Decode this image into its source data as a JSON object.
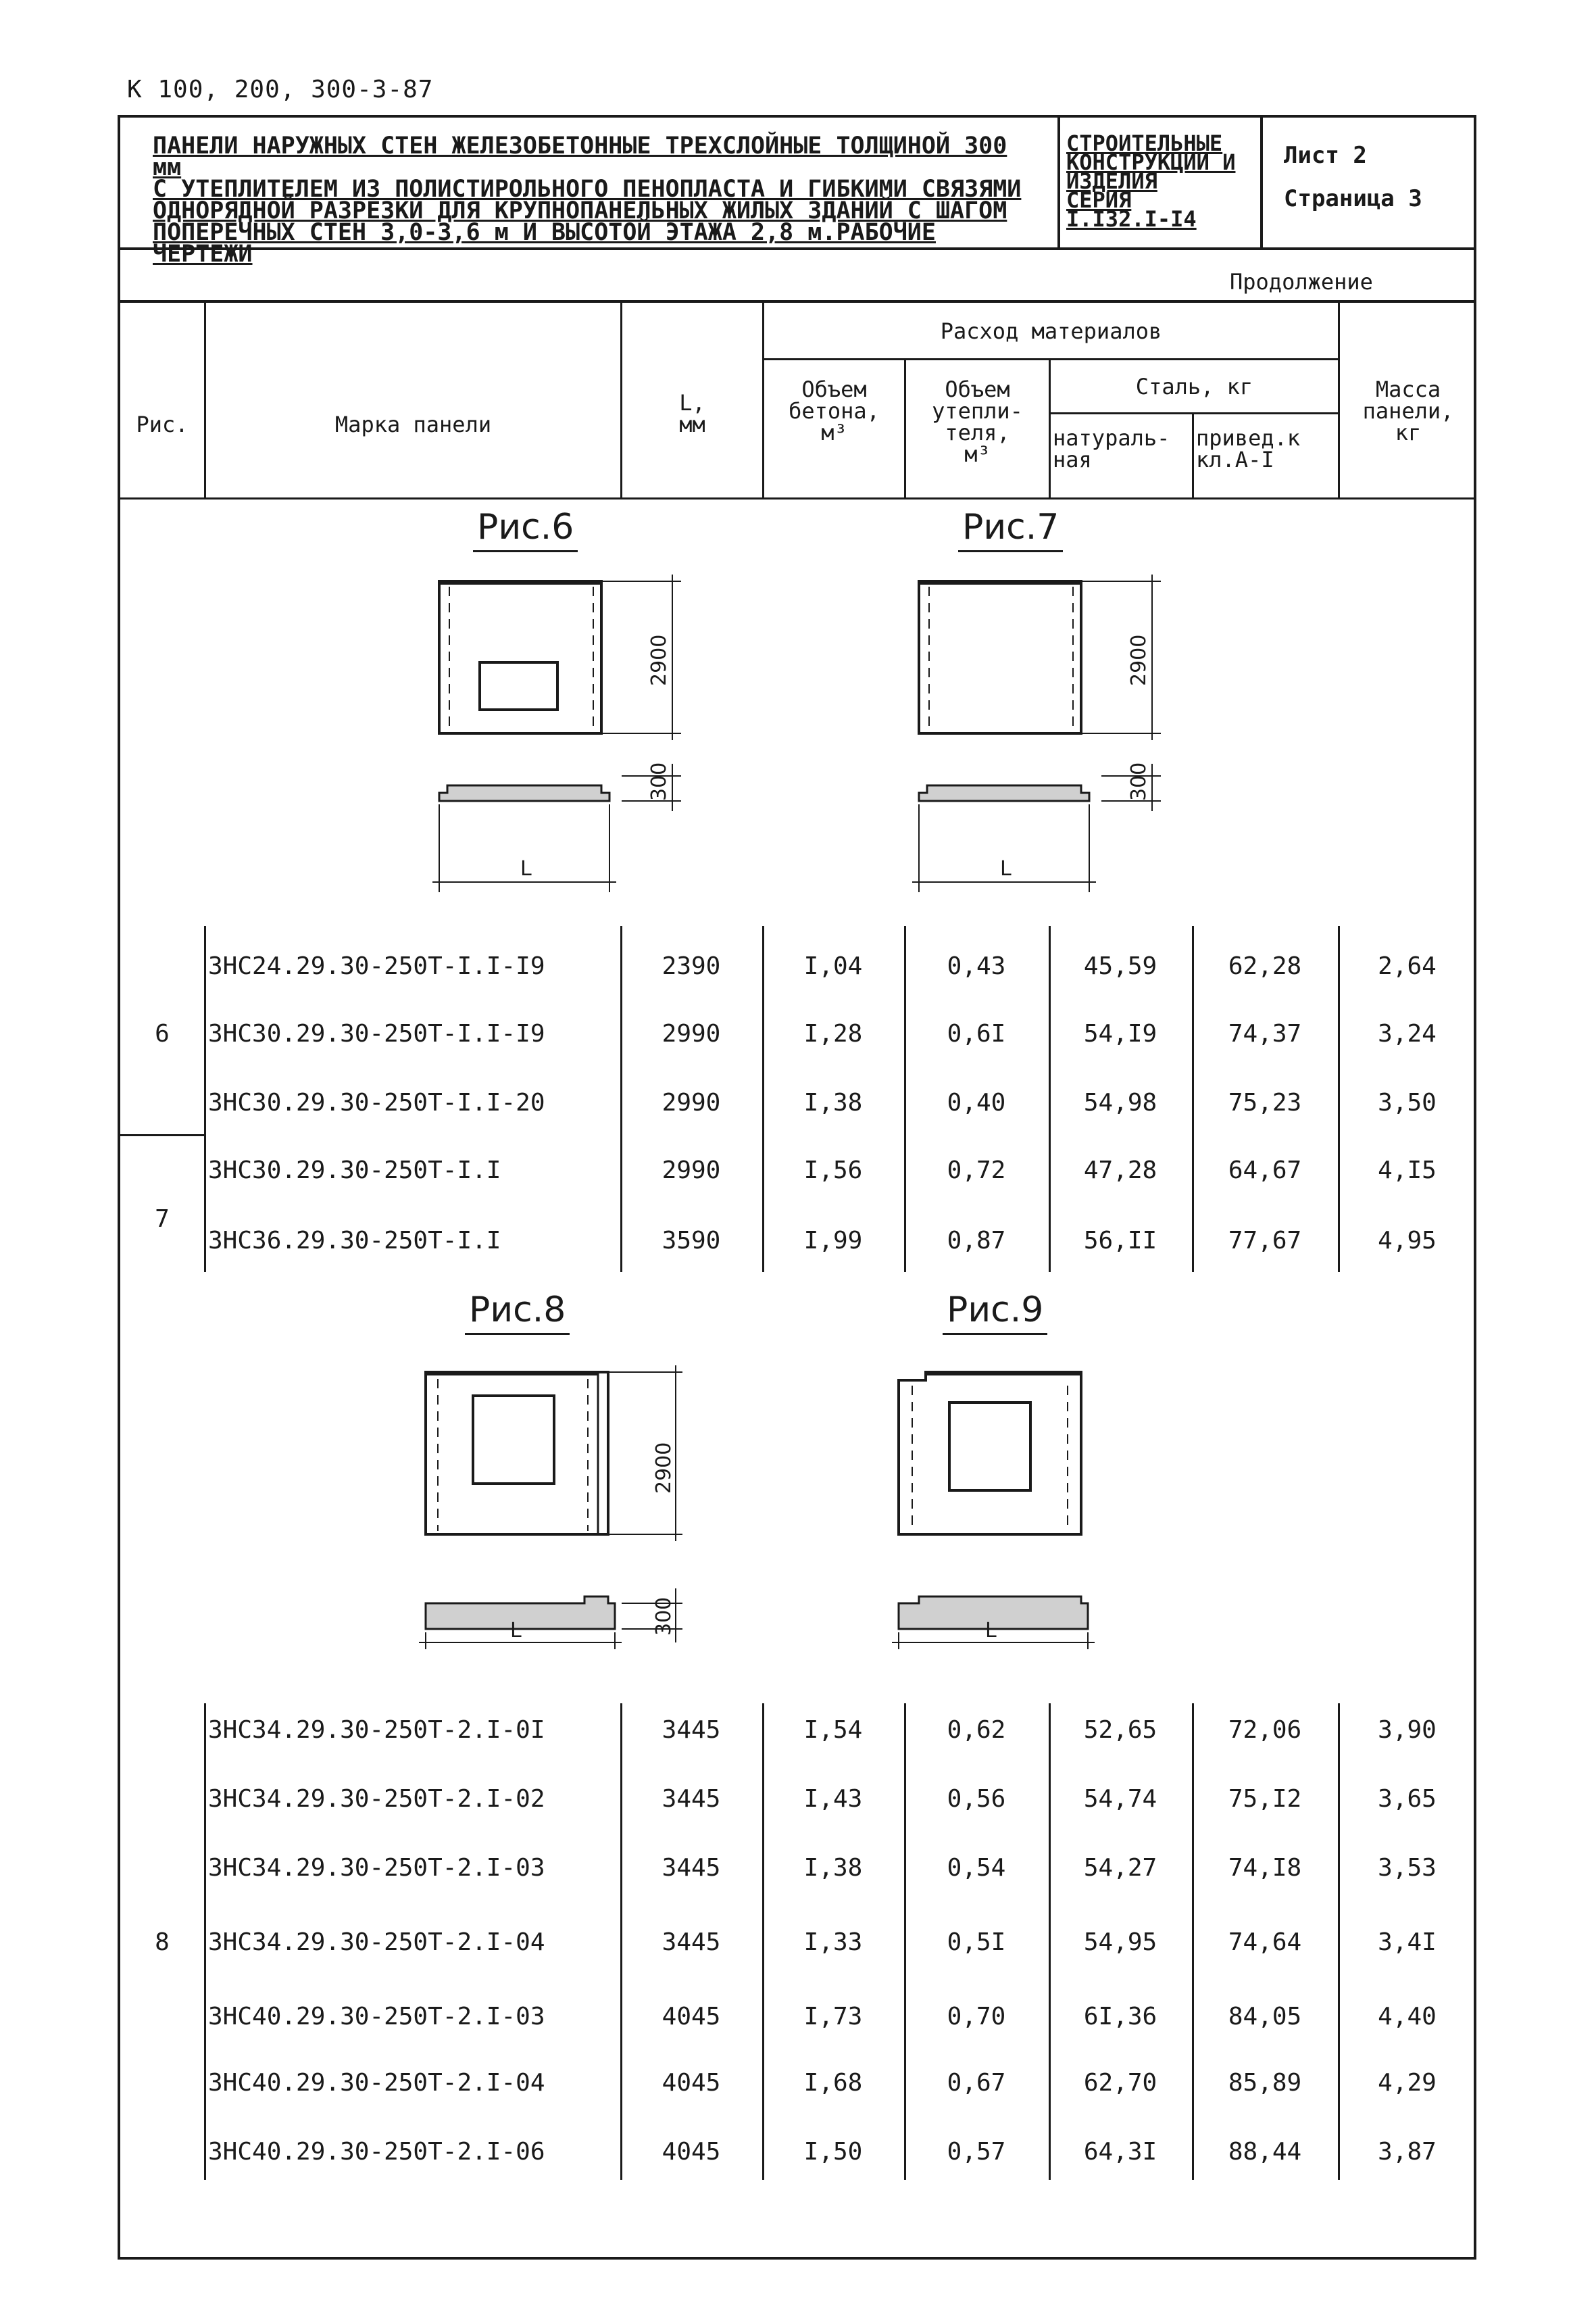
{
  "doc_code": "К 100, 200, 300-3-87",
  "title_lines": [
    "ПАНЕЛИ НАРУЖНЫХ СТЕН ЖЕЛЕЗОБЕТОННЫЕ ТРЕХСЛОЙНЫЕ ТОЛЩИНОЙ 300 мм",
    "С УТЕПЛИТЕЛЕМ ИЗ ПОЛИСТИРОЛЬНОГО ПЕНОПЛАСТА И ГИБКИМИ СВЯЗЯМИ",
    "ОДНОРЯДНОЙ РАЗРЕЗКИ ДЛЯ КРУПНОПАНЕЛЬНЫХ ЖИЛЫХ ЗДАНИЙ С ШАГОМ",
    "ПОПЕРЕЧНЫХ СТЕН 3,0-3,6 м И ВЫСОТОЙ ЭТАЖА 2,8 м.РАБОЧИЕ ЧЕРТЕЖИ"
  ],
  "series_lines": [
    "СТРОИТЕЛЬНЫЕ",
    "КОНСТРУКЦИИ И",
    "ИЗДЕЛИЯ",
    "СЕРИЯ",
    "I.I32.I-I4"
  ],
  "sheet": "Лист 2",
  "page": "Страница 3",
  "continuation": "Продолжение",
  "headers": {
    "fig": "Рис.",
    "mark": "Марка панели",
    "length": [
      "L,",
      "мм"
    ],
    "materials": "Расход материалов",
    "concrete": [
      "Объем",
      "бетона,",
      "м³"
    ],
    "insulation": [
      "Объем",
      "утепли-",
      "теля,",
      "м³"
    ],
    "steel": "Сталь, кг",
    "steel_nat": [
      "натураль-",
      "ная"
    ],
    "steel_red": [
      "привед.к",
      "кл.А-I"
    ],
    "mass": [
      "Масса",
      "панели,",
      "кг"
    ]
  },
  "figures": [
    {
      "label": "Рис.6",
      "height_dim": "2900",
      "depth_dim": "300",
      "length_dim": "L"
    },
    {
      "label": "Рис.7",
      "height_dim": "2900",
      "depth_dim": "300",
      "length_dim": "L"
    },
    {
      "label": "Рис.8",
      "height_dim": "2900",
      "depth_dim": "300",
      "length_dim": "L"
    },
    {
      "label": "Рис.9",
      "height_dim": "",
      "depth_dim": "",
      "length_dim": "L"
    }
  ],
  "group1_rows": [
    {
      "mark": "3НС24.29.30-250Т-I.I-I9",
      "L": "2390",
      "concrete": "I,04",
      "insulation": "0,43",
      "steel_nat": "45,59",
      "steel_red": "62,28",
      "mass": "2,64"
    },
    {
      "mark": "3НС30.29.30-250Т-I.I-I9",
      "L": "2990",
      "concrete": "I,28",
      "insulation": "0,6I",
      "steel_nat": "54,I9",
      "steel_red": "74,37",
      "mass": "3,24"
    },
    {
      "mark": "3НС30.29.30-250Т-I.I-20",
      "L": "2990",
      "concrete": "I,38",
      "insulation": "0,40",
      "steel_nat": "54,98",
      "steel_red": "75,23",
      "mass": "3,50"
    },
    {
      "mark": "3НС30.29.30-250Т-I.I",
      "L": "2990",
      "concrete": "I,56",
      "insulation": "0,72",
      "steel_nat": "47,28",
      "steel_red": "64,67",
      "mass": "4,I5"
    },
    {
      "mark": "3НС36.29.30-250Т-I.I",
      "L": "3590",
      "concrete": "I,99",
      "insulation": "0,87",
      "steel_nat": "56,II",
      "steel_red": "77,67",
      "mass": "4,95"
    }
  ],
  "group1_fig_labels": [
    "6",
    "7"
  ],
  "group2_rows": [
    {
      "mark": "3НС34.29.30-250Т-2.I-0I",
      "L": "3445",
      "concrete": "I,54",
      "insulation": "0,62",
      "steel_nat": "52,65",
      "steel_red": "72,06",
      "mass": "3,90"
    },
    {
      "mark": "3НС34.29.30-250Т-2.I-02",
      "L": "3445",
      "concrete": "I,43",
      "insulation": "0,56",
      "steel_nat": "54,74",
      "steel_red": "75,I2",
      "mass": "3,65"
    },
    {
      "mark": "3НС34.29.30-250Т-2.I-03",
      "L": "3445",
      "concrete": "I,38",
      "insulation": "0,54",
      "steel_nat": "54,27",
      "steel_red": "74,I8",
      "mass": "3,53"
    },
    {
      "mark": "3НС34.29.30-250Т-2.I-04",
      "L": "3445",
      "concrete": "I,33",
      "insulation": "0,5I",
      "steel_nat": "54,95",
      "steel_red": "74,64",
      "mass": "3,4I"
    },
    {
      "mark": "3НС40.29.30-250Т-2.I-03",
      "L": "4045",
      "concrete": "I,73",
      "insulation": "0,70",
      "steel_nat": "6I,36",
      "steel_red": "84,05",
      "mass": "4,40"
    },
    {
      "mark": "3НС40.29.30-250Т-2.I-04",
      "L": "4045",
      "concrete": "I,68",
      "insulation": "0,67",
      "steel_nat": "62,70",
      "steel_red": "85,89",
      "mass": "4,29"
    },
    {
      "mark": "3НС40.29.30-250Т-2.I-06",
      "L": "4045",
      "concrete": "I,50",
      "insulation": "0,57",
      "steel_nat": "64,3I",
      "steel_red": "88,44",
      "mass": "3,87"
    }
  ],
  "group2_fig_label": "8"
}
